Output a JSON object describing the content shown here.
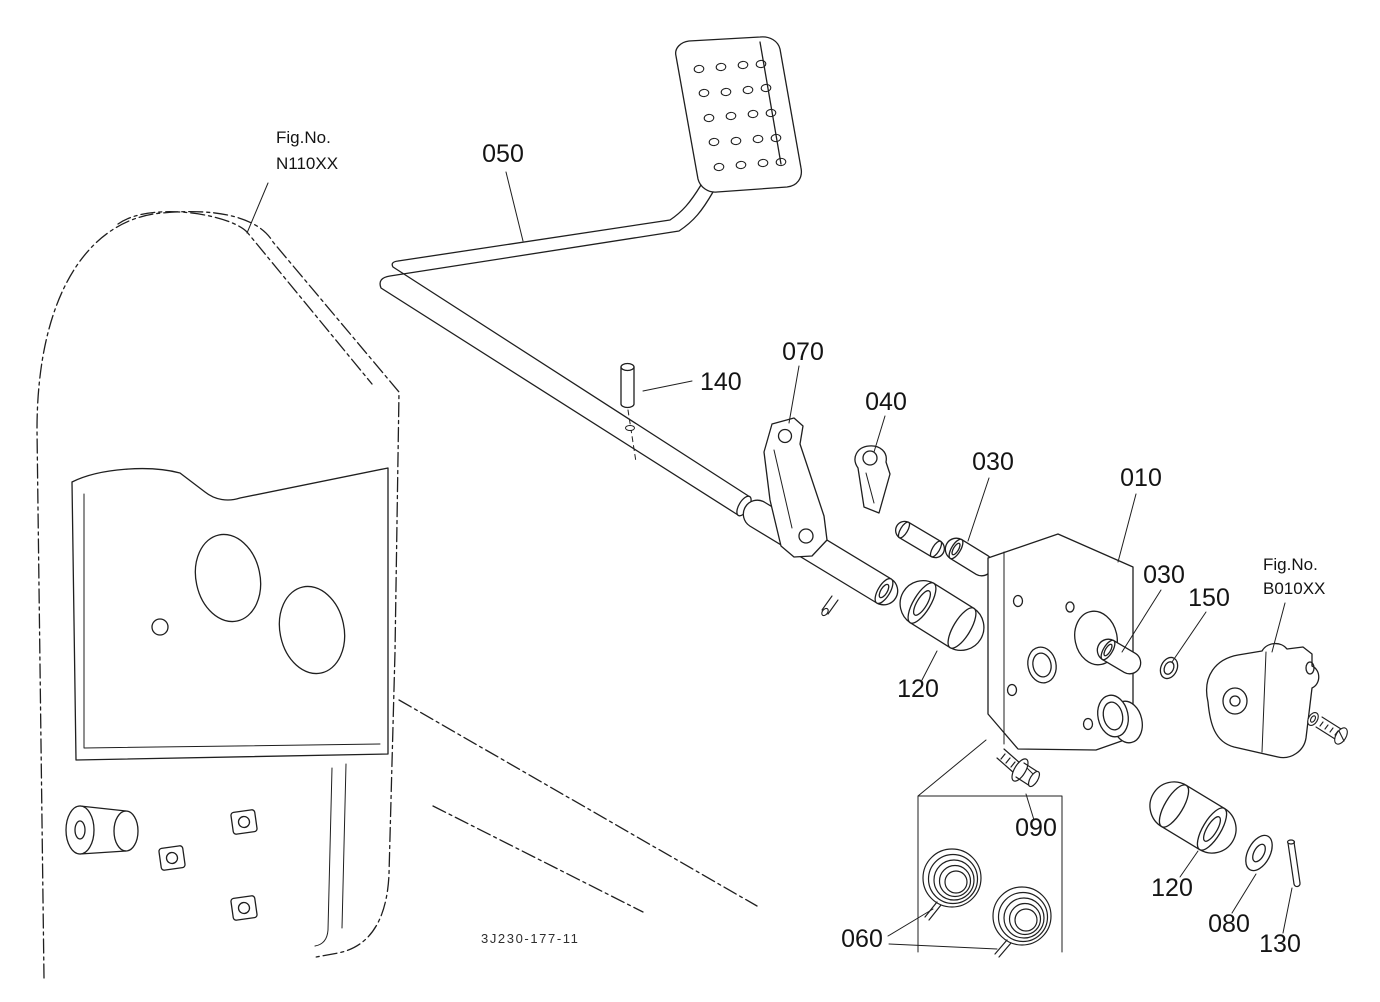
{
  "diagram": {
    "drawing_number": "3J230-177-11",
    "fig_ref_left": {
      "line1": "Fig.No.",
      "line2": "N110XX"
    },
    "fig_ref_right": {
      "line1": "Fig.No.",
      "line2": "B010XX"
    },
    "labels": [
      {
        "part": "050"
      },
      {
        "part": "140"
      },
      {
        "part": "070"
      },
      {
        "part": "040"
      },
      {
        "part": "030"
      },
      {
        "part": "010"
      },
      {
        "part": "030"
      },
      {
        "part": "150"
      },
      {
        "part": "120"
      },
      {
        "part": "090"
      },
      {
        "part": "120"
      },
      {
        "part": "060"
      },
      {
        "part": "080"
      },
      {
        "part": "130"
      }
    ],
    "line_color": "#1f1f1f",
    "background": "#ffffff"
  }
}
